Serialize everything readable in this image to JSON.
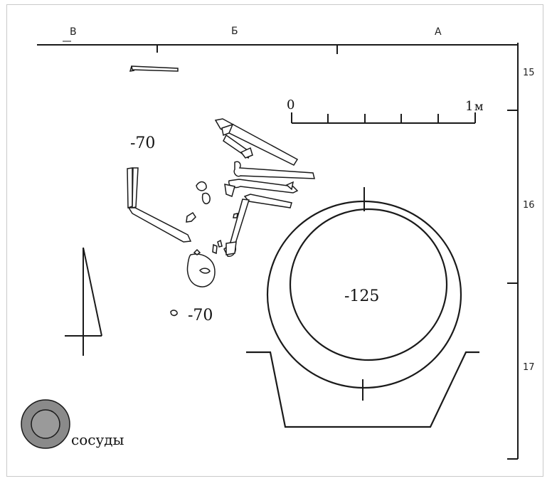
{
  "grid": {
    "columns": [
      "В",
      "Б",
      "А"
    ],
    "rows": [
      "15",
      "16",
      "17"
    ]
  },
  "scale": {
    "start": "0",
    "end": "1",
    "unit": "м"
  },
  "depths": {
    "skeleton_depth": "-70",
    "object_depth": "-70",
    "pit_depth": "-125"
  },
  "legend": {
    "vessels_label": "сосуды",
    "vessel_fill": "#8a8a8a"
  },
  "colors": {
    "line": "#1a1a1a",
    "frame": "#c9c9c9"
  }
}
